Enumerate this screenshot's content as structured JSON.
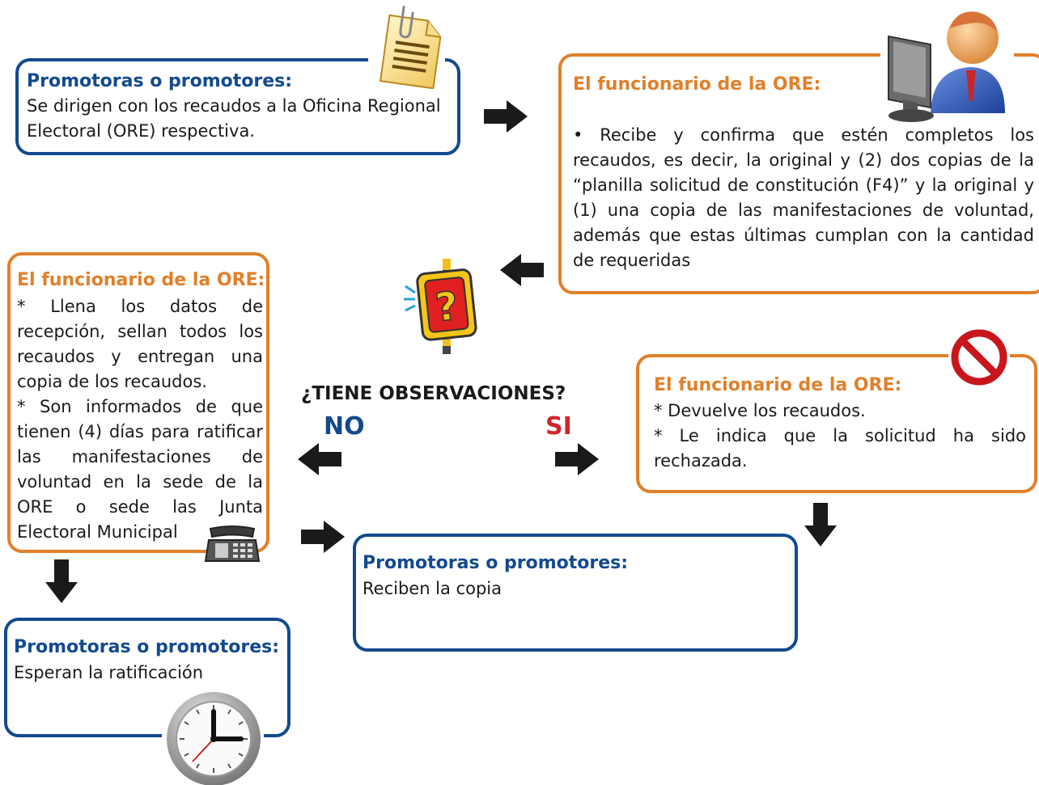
{
  "box1": {
    "heading": "Promotoras o promotores:",
    "line1": "Se dirigen con los recaudos a la Oficina Regional",
    "line2": "Electoral (ORE) respectiva."
  },
  "box2": {
    "heading": "El funcionario de la ORE:",
    "body": "• Recibe y confirma que estén completos los recaudos, es decir, la original y (2) dos copias de la “planilla solicitud de constitución (F4)” y la original y (1) una copia de las manifestaciones de voluntad, además que estas últimas cumplan con la cantidad de requeridas"
  },
  "box3": {
    "heading": "El funcionario de la ORE:",
    "body1": "* Llena los datos de recepción, sellan todos los recaudos y entregan una copia de los recaudos.",
    "body2": "* Son informados de que tienen (4) días para ratificar las manifestaciones de voluntad en la sede de la ORE o sede las Junta Electoral Municipal"
  },
  "box4": {
    "heading": "El funcionario de la ORE:",
    "item1": "* Devuelve los recaudos.",
    "item2": "* Le indica que la solicitud ha sido rechazada."
  },
  "box5": {
    "heading": "Promotoras o promotores:",
    "body": "Reciben la copia"
  },
  "box6": {
    "heading": "Promotoras o promotores:",
    "body": "Esperan la ratificación"
  },
  "decision": {
    "question": "¿TIENE OBSERVACIONES?",
    "no": "NO",
    "si": "SI"
  },
  "colors": {
    "blue": "#134a8e",
    "orange": "#e0802a",
    "red": "#d0262e"
  },
  "icons": [
    "document-paperclip-icon",
    "person-computer-icon",
    "question-sign-icon",
    "prohibited-icon",
    "telephone-icon",
    "clock-icon"
  ]
}
